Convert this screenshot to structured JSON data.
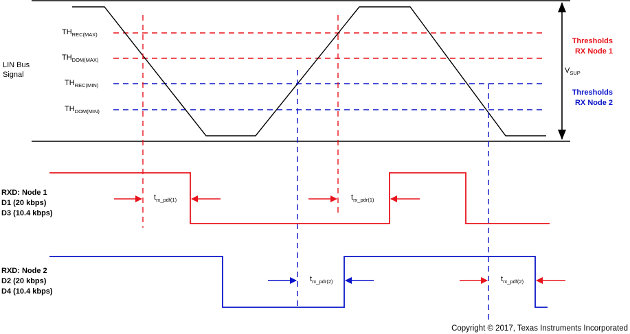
{
  "colors": {
    "red": "#e8141c",
    "blue": "#0a14c8",
    "black": "#000000"
  },
  "labels": {
    "lin_bus_line1": "LIN Bus",
    "lin_bus_line2": "Signal",
    "th_rec_max": {
      "main": "TH",
      "sub": "REC(MAX)"
    },
    "th_dom_max": {
      "main": "TH",
      "sub": "DOM(MAX)"
    },
    "th_rec_min": {
      "main": "TH",
      "sub": "REC(MIN)"
    },
    "th_dom_min": {
      "main": "TH",
      "sub": "DOM(MIN)"
    },
    "vsup": {
      "main": "V",
      "sub": "SUP"
    },
    "thresholds_node1_line1": "Thresholds",
    "thresholds_node1_line2": "RX Node 1",
    "thresholds_node2_line1": "Thresholds",
    "thresholds_node2_line2": "RX Node 2",
    "rxd_node1_line1": "RXD: Node 1",
    "rxd_node1_line2": "D1 (20 kbps)",
    "rxd_node1_line3": "D3 (10.4 kbps)",
    "rxd_node2_line1": "RXD: Node 2",
    "rxd_node2_line2": "D2 (20 kbps)",
    "rxd_node2_line3": "D4 (10.4 kbps)",
    "t_pdf_1": {
      "main": "t",
      "sub": "rx_pdf(1)"
    },
    "t_pdr_1": {
      "main": "t",
      "sub": "rx_pdr(1)"
    },
    "t_pdr_2": {
      "main": "t",
      "sub": "rx_pdr(2)"
    },
    "t_pdf_2": {
      "main": "t",
      "sub": "rx_pdf(2)"
    },
    "copyright": "Copyright © 2017, Texas Instruments Incorporated"
  }
}
